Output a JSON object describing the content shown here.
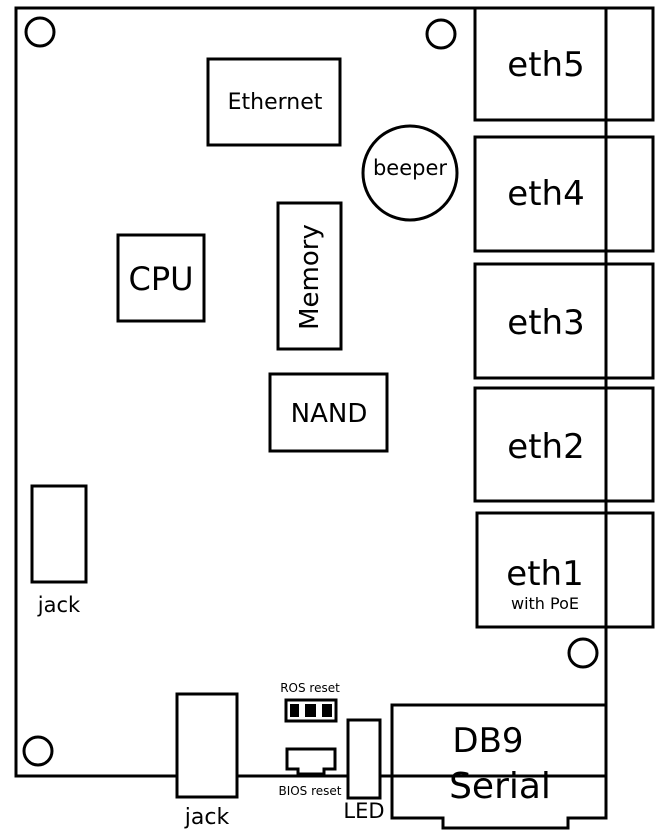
{
  "components": {
    "ethernet": "Ethernet",
    "beeper": "beeper",
    "memory": "Memory",
    "cpu": "CPU",
    "nand": "NAND"
  },
  "ports": [
    {
      "label": "eth5",
      "sub": ""
    },
    {
      "label": "eth4",
      "sub": ""
    },
    {
      "label": "eth3",
      "sub": ""
    },
    {
      "label": "eth2",
      "sub": ""
    },
    {
      "label": "eth1",
      "sub": "with PoE"
    }
  ],
  "jacks": {
    "left": "jack",
    "bottom": "jack"
  },
  "buttons": {
    "ros_reset": "ROS reset",
    "bios_reset": "BIOS reset"
  },
  "led": "LED",
  "serial": {
    "line1": "DB9",
    "line2": "Serial"
  }
}
